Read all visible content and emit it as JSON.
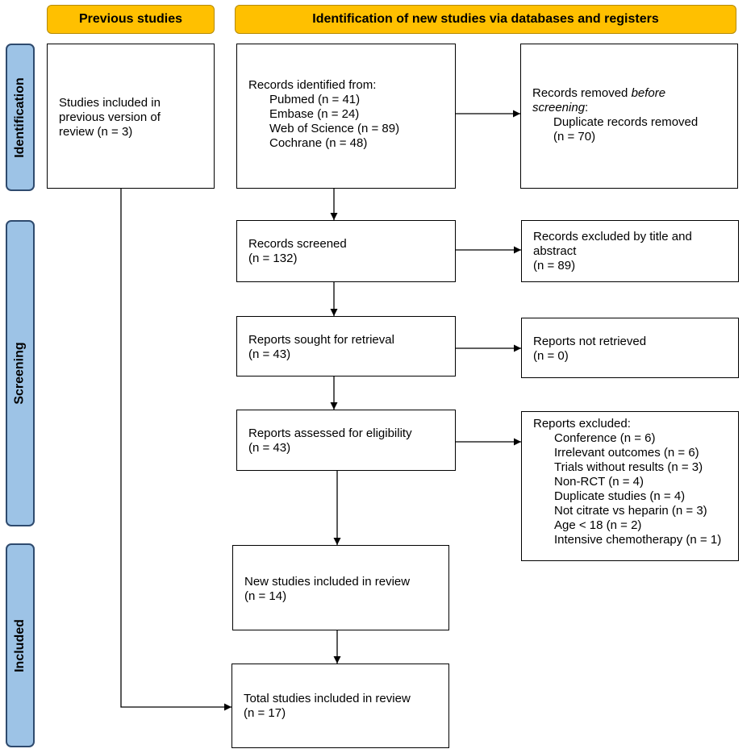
{
  "headers": {
    "previous": "Previous studies",
    "new": "Identification of new studies via databases and registers"
  },
  "phases": {
    "identification": "Identification",
    "screening": "Screening",
    "included": "Included"
  },
  "previous_box": {
    "lines": [
      "Studies included in",
      "previous version of",
      "review (n = 3)"
    ]
  },
  "records_identified": {
    "title": "Records identified from:",
    "items": [
      "Pubmed (n = 41)",
      "Embase (n = 24)",
      "Web of Science (n = 89)",
      "Cochrane (n = 48)"
    ]
  },
  "records_removed": {
    "line1_prefix": "Records removed ",
    "line1_emph": "before",
    "line2_emph": "screening",
    "line2_suffix": ":",
    "detail": "Duplicate records removed",
    "count": "(n = 70)"
  },
  "records_screened": {
    "title": "Records screened",
    "count": "(n = 132)"
  },
  "records_excluded": {
    "lines": [
      "Records excluded by title and",
      "abstract"
    ],
    "count": "(n = 89)"
  },
  "reports_sought": {
    "title": "Reports sought for retrieval",
    "count": "(n = 43)"
  },
  "reports_not_retrieved": {
    "title": "Reports not retrieved",
    "count": "(n = 0)"
  },
  "reports_assessed": {
    "title": "Reports assessed for eligibility",
    "count": "(n = 43)"
  },
  "reports_excluded": {
    "title": "Reports excluded:",
    "items": [
      "Conference (n = 6)",
      "Irrelevant outcomes (n = 6)",
      "Trials without results (n = 3)",
      "Non-RCT (n = 4)",
      "Duplicate studies (n = 4)",
      "Not citrate vs heparin (n = 3)",
      "Age < 18 (n = 2)",
      "Intensive chemotherapy (n = 1)"
    ]
  },
  "new_studies": {
    "title": "New studies included in review",
    "count": "(n = 14)"
  },
  "total_studies": {
    "title": "Total studies included in review",
    "count": "(n = 17)"
  }
}
